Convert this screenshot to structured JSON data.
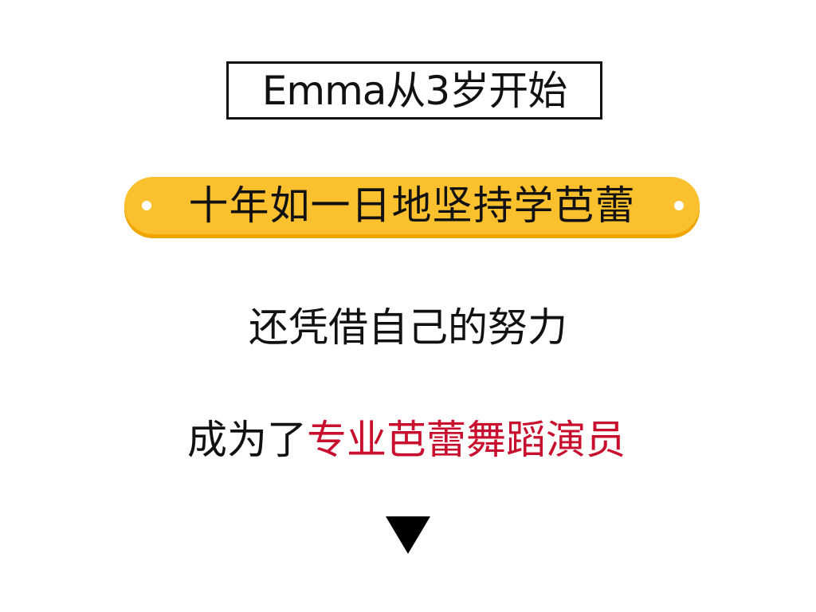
{
  "lines": {
    "boxed_title": "Emma从3岁开始",
    "highlight_pill": "十年如一日地坚持学芭蕾",
    "line_three": "还凭借自己的努力",
    "line_four_prefix": "成为了",
    "line_four_accent": "专业芭蕾舞蹈演员"
  },
  "icons": {
    "down_arrow": "down-triangle-icon"
  },
  "colors": {
    "background": "#FFFFFF",
    "text": "#111111",
    "pill": "#FBC02D",
    "pill_shadow": "#F0A500",
    "accent": "#C8102E"
  }
}
